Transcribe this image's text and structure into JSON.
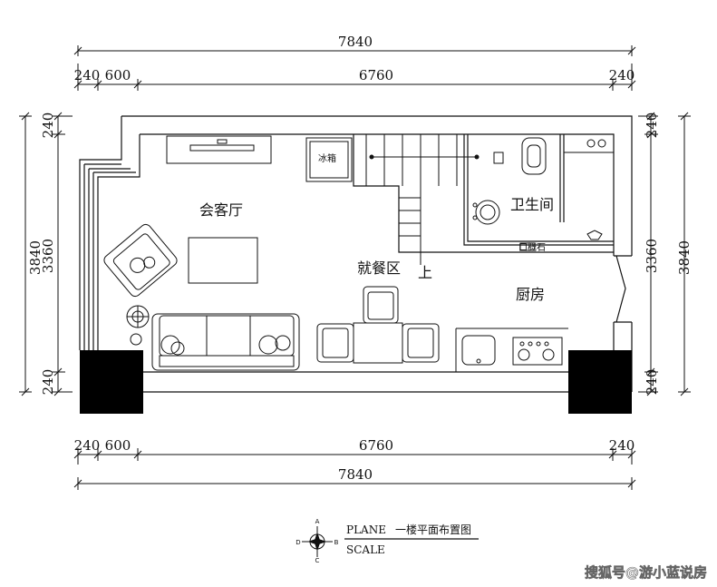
{
  "dimensions": {
    "top_total": "7840",
    "top_left_a": "240",
    "top_left_b": "600",
    "top_middle": "6760",
    "top_right": "240",
    "bottom_left_a": "240",
    "bottom_left_b": "600",
    "bottom_middle": "6760",
    "bottom_right": "240",
    "bottom_total": "7840",
    "left_total": "3840",
    "left_top": "240",
    "left_middle": "3360",
    "left_bottom": "240",
    "right_total": "3840",
    "right_top": "240",
    "right_middle": "3360",
    "right_bottom": "240"
  },
  "rooms": {
    "living": "会客厅",
    "dining": "就餐区",
    "bathroom": "卫生间",
    "kitchen": "厨房",
    "stairs_up": "上"
  },
  "fixtures": {
    "fridge": "冰箱",
    "washbasin_label": "口概石"
  },
  "legend": {
    "plane": "PLANE",
    "scale": "SCALE",
    "title": "一楼平面布置图"
  },
  "compass": {
    "n": "A",
    "s": "C",
    "w": "D",
    "e": "B"
  },
  "watermark": "搜狐号@游小蓝说房"
}
